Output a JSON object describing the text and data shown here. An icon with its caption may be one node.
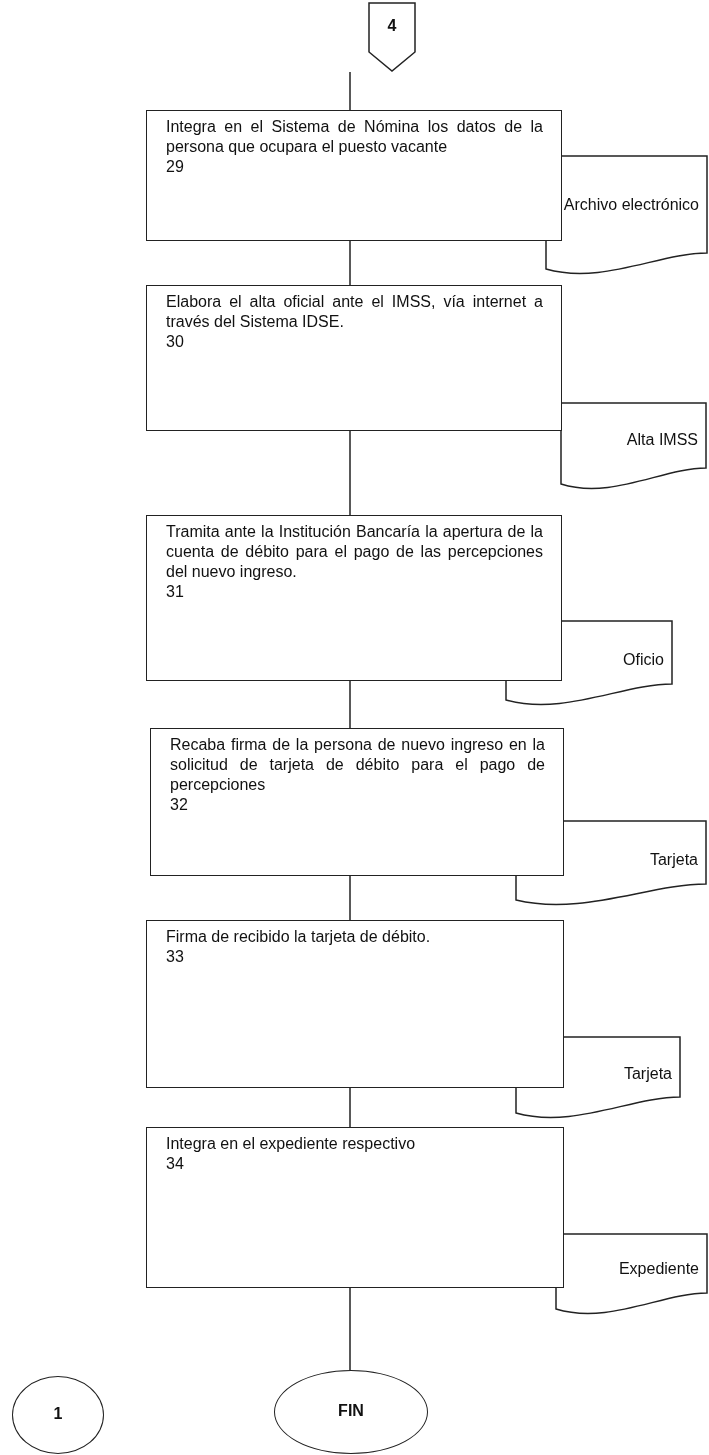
{
  "diagram": {
    "nodes": [
      {
        "text": [
          "4"
        ]
      },
      {
        "text": [
          "Integra en el Sistema de Nómina los datos de la persona que ocupara el puesto vacante",
          "29"
        ]
      },
      {
        "text": [
          "Archivo electrónico"
        ]
      },
      {
        "text": [
          "Elabora el alta oficial ante el IMSS, vía internet a través del Sistema IDSE.",
          "30"
        ]
      },
      {
        "text": [
          "Alta IMSS"
        ]
      },
      {
        "text": [
          "Tramita ante la Institución Bancaría la apertura de la cuenta de débito para el pago de las percepciones del nuevo ingreso.",
          "31"
        ]
      },
      {
        "text": [
          "Oficio"
        ]
      },
      {
        "text": [
          "Recaba firma de la persona de nuevo ingreso en la solicitud de tarjeta de débito para el pago de percepciones",
          "32"
        ]
      },
      {
        "text": [
          "Tarjeta"
        ]
      },
      {
        "text": [
          "Firma de recibido la tarjeta de débito.",
          "33"
        ]
      },
      {
        "text": [
          "Tarjeta"
        ]
      },
      {
        "text": [
          "Integra en el expediente respectivo",
          "34"
        ]
      },
      {
        "text": [
          "Expediente"
        ]
      },
      {
        "text": [
          "1"
        ]
      },
      {
        "text": [
          "FIN"
        ]
      }
    ],
    "edges": [
      {
        "from": 0,
        "to": 1,
        "arrow": "none"
      },
      {
        "from": 1,
        "to": 3,
        "arrow": "none"
      },
      {
        "from": 3,
        "to": 5,
        "arrow": "none"
      },
      {
        "from": 5,
        "to": 7,
        "arrow": "none"
      },
      {
        "from": 7,
        "to": 9,
        "arrow": "none"
      },
      {
        "from": 9,
        "to": 11,
        "arrow": "none"
      },
      {
        "from": 11,
        "to": 14,
        "arrow": "none"
      }
    ]
  }
}
